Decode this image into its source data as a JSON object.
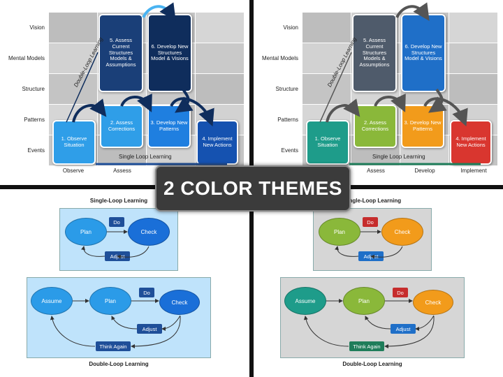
{
  "banner": "2 COLOR THEMES",
  "levels": [
    "Vision",
    "Mental Models",
    "Structure",
    "Patterns",
    "Events"
  ],
  "stages": [
    "Observe",
    "Assess",
    "Develop",
    "Implement"
  ],
  "steps": {
    "s1": "1. Observe Situation",
    "s2": "2. Assess Corrections",
    "s3": "3. Develop New Patterns",
    "s4": "4. Implement New Actions",
    "s5": "5. Assess Current Structures Models & Assumptions",
    "s6": "6. Develop New Structures Model & Visions"
  },
  "single_loop_label": "Single Loop Learning",
  "double_loop_label": "Double-Loop Learning",
  "single_title": "Single-Loop Learning",
  "double_title": "Double-Loop Learning",
  "nodes": {
    "plan": "Plan",
    "check": "Check",
    "assume": "Assume",
    "do": "Do",
    "adjust": "Adjust",
    "think": "Think Again"
  },
  "themes": {
    "blue": {
      "s1": "#2f9ee8",
      "s2": "#2f9ee8",
      "s3": "#1f7fe0",
      "s4": "#1552b0",
      "s5": "#1a3f78",
      "s6": "#0f2d5c",
      "node_plan": "#2b9be8",
      "node_check": "#1a6fd8",
      "node_assume": "#2b9be8",
      "tag_do": "#1f4f99",
      "tag_adjust": "#1f4f99",
      "tag_think": "#1f4f99",
      "panel": "#bfe3fb"
    },
    "color": {
      "s1": "#1e9c8a",
      "s2": "#8ab83a",
      "s3": "#f29b1b",
      "s4": "#d9362f",
      "s5": "#4f5b6b",
      "s6": "#1f6fc8",
      "node_plan": "#8ab83a",
      "node_check": "#f29b1b",
      "node_assume": "#1e9c8a",
      "tag_do": "#c62d2d",
      "tag_adjust": "#1f6fc8",
      "tag_think": "#1f7d5a",
      "panel": "#d6d6d6"
    }
  }
}
